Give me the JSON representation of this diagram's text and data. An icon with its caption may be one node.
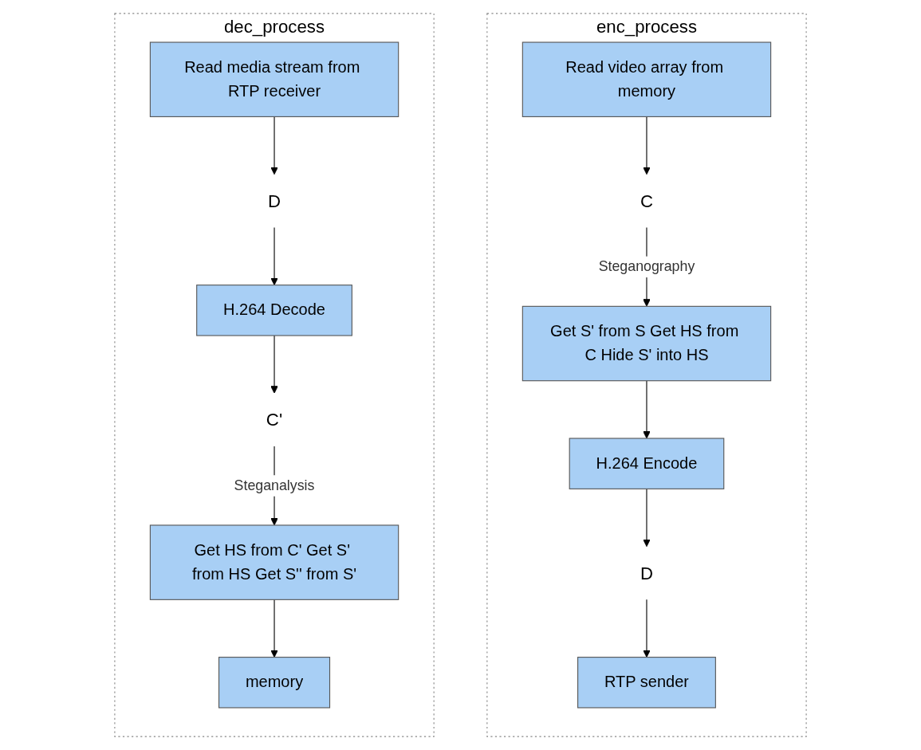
{
  "diagram": {
    "nodes": [
      {
        "text": [
          "enc_process"
        ]
      },
      {
        "text": [
          "Read video array from memory"
        ],
        "in": 0
      },
      {
        "text": [
          "C"
        ],
        "in": 0
      },
      {
        "text": [
          "Get S' from S Get HS from C Hide S' into HS"
        ],
        "in": 0
      },
      {
        "text": [
          "H.264 Encode"
        ],
        "in": 0
      },
      {
        "text": [
          "D"
        ],
        "in": 0
      },
      {
        "text": [
          "RTP sender"
        ],
        "in": 0
      },
      {
        "text": [
          "dec_process"
        ]
      },
      {
        "text": [
          "Read media stream from RTP receiver"
        ],
        "in": 7
      },
      {
        "text": [
          "D"
        ],
        "in": 7
      },
      {
        "text": [
          "H.264 Decode"
        ],
        "in": 7
      },
      {
        "text": [
          "C'"
        ],
        "in": 7
      },
      {
        "text": [
          "Get HS from C' Get S' from HS Get S'' from S'"
        ],
        "in": 7
      },
      {
        "text": [
          "memory"
        ],
        "in": 7
      }
    ],
    "edges": [
      {
        "from": 1,
        "to": 2,
        "arrow": "to"
      },
      {
        "from": 2,
        "to": 3,
        "arrow": "to",
        "label": "Steganography"
      },
      {
        "from": 3,
        "to": 4,
        "arrow": "to"
      },
      {
        "from": 4,
        "to": 5,
        "arrow": "to"
      },
      {
        "from": 5,
        "to": 6,
        "arrow": "to"
      },
      {
        "from": 8,
        "to": 9,
        "arrow": "to"
      },
      {
        "from": 9,
        "to": 10,
        "arrow": "to"
      },
      {
        "from": 10,
        "to": 11,
        "arrow": "to"
      },
      {
        "from": 11,
        "to": 12,
        "arrow": "to",
        "label": "Steganalysis"
      },
      {
        "from": 12,
        "to": 13,
        "arrow": "to"
      }
    ]
  }
}
